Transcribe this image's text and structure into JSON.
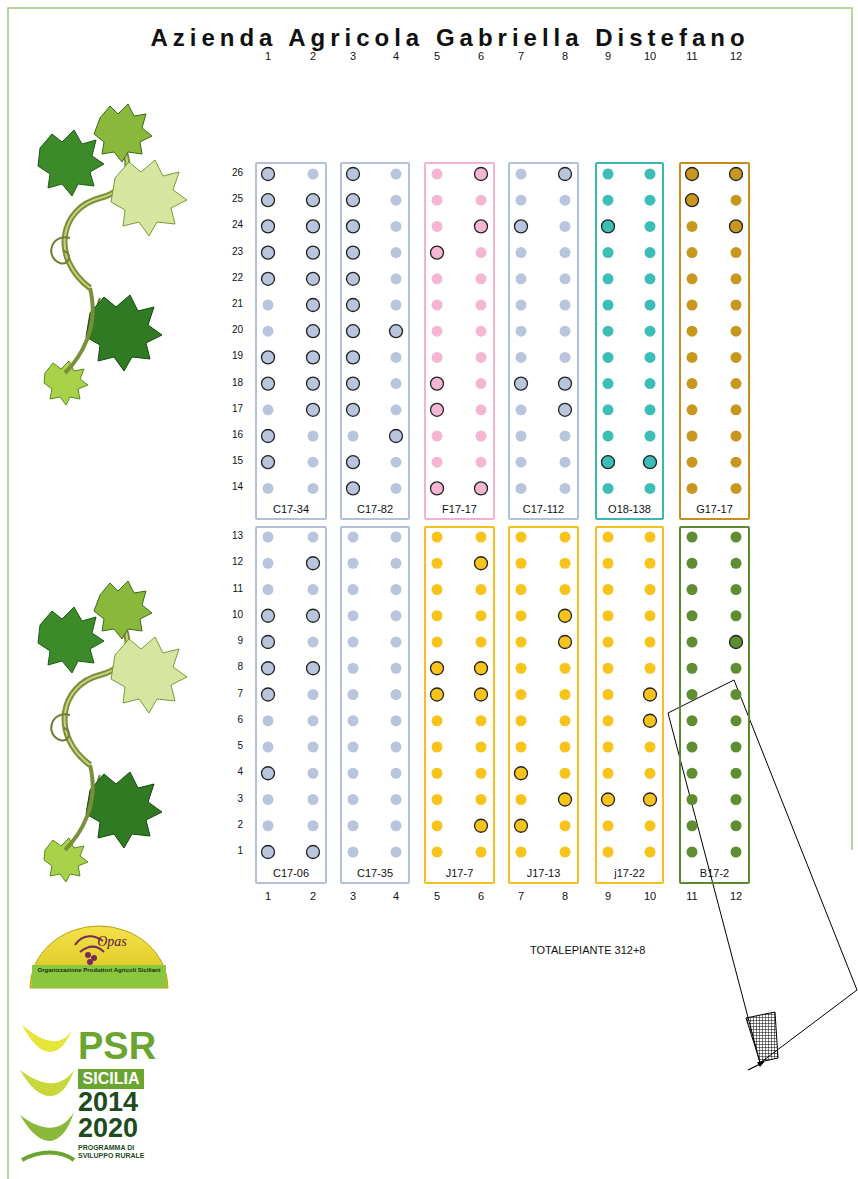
{
  "diagram": {
    "title": "Azienda Agricola Gabriella Distefano",
    "nodes": [
      {
        "text": [
          "C17-34"
        ]
      },
      {
        "text": [
          "C17-82"
        ]
      },
      {
        "text": [
          "F17-17"
        ]
      },
      {
        "text": [
          "C17-112"
        ]
      },
      {
        "text": [
          "O18-138"
        ]
      },
      {
        "text": [
          "G17-17"
        ]
      },
      {
        "text": [
          "C17-06"
        ]
      },
      {
        "text": [
          "C17-35"
        ]
      },
      {
        "text": [
          "J17-7"
        ]
      },
      {
        "text": [
          "J17-13"
        ]
      },
      {
        "text": [
          "j17-22"
        ]
      },
      {
        "text": [
          "B17-2"
        ]
      }
    ],
    "labels": [
      "1",
      "2",
      "3",
      "4",
      "5",
      "6",
      "7",
      "8",
      "9",
      "10",
      "11",
      "12",
      "26",
      "25",
      "24",
      "23",
      "22",
      "21",
      "20",
      "19",
      "18",
      "17",
      "16",
      "15",
      "14",
      "13",
      "12",
      "11",
      "10",
      "9",
      "8",
      "7",
      "6",
      "5",
      "4",
      "3",
      "2",
      "1",
      "1",
      "2",
      "3",
      "4",
      "5",
      "6",
      "7",
      "8",
      "9",
      "10",
      "11",
      "12",
      "TOTALEPIANTE 312+8",
      "Opas",
      "Organizzazione Produttori Agricoli Siciliani",
      "PSR",
      "SICILIA",
      "2014",
      "2020",
      "PROGRAMMA DI SVILUPPO RURALE"
    ]
  }
}
